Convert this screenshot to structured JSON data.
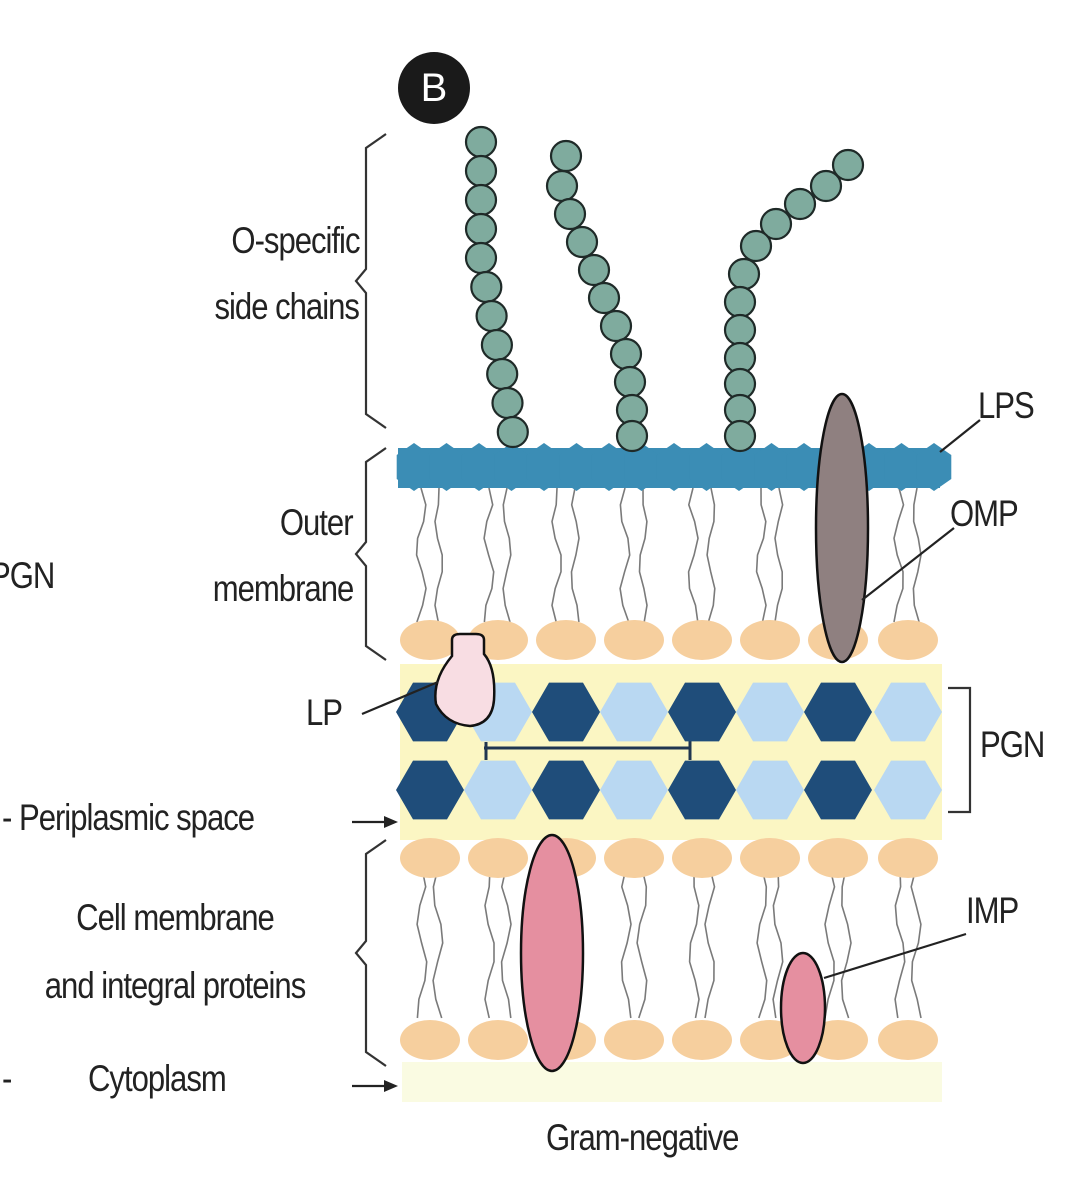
{
  "panel_letter": "B",
  "caption": "Gram-negative",
  "labels": {
    "o_specific_line1": "O-specific",
    "o_specific_line2": "side chains",
    "outer_membrane_line1": "Outer",
    "outer_membrane_line2": "membrane",
    "lp": "LP",
    "periplasmic_space": "- Periplasmic space",
    "cell_membrane_line1": "Cell membrane",
    "cell_membrane_line2": "and integral proteins",
    "cytoplasm": "Cytoplasm",
    "cytoplasm_dash": "-",
    "lps": "LPS",
    "omp": "OMP",
    "pgn_right": "PGN",
    "pgn_left_cut": "PGN",
    "imp": "IMP"
  },
  "colors": {
    "side_chain_bead": "#7fab9e",
    "lps_band": "#3b8db5",
    "phospholipid_head": "#f6cf9e",
    "pgn_background": "#fbf6c3",
    "pgn_dark_hex": "#1f4d7a",
    "pgn_light_hex": "#b9d8f2",
    "omp_protein": "#8f8080",
    "imp_protein": "#e58fa0",
    "lp_protein": "#f8dde3",
    "cytoplasm": "#fafbe2"
  }
}
